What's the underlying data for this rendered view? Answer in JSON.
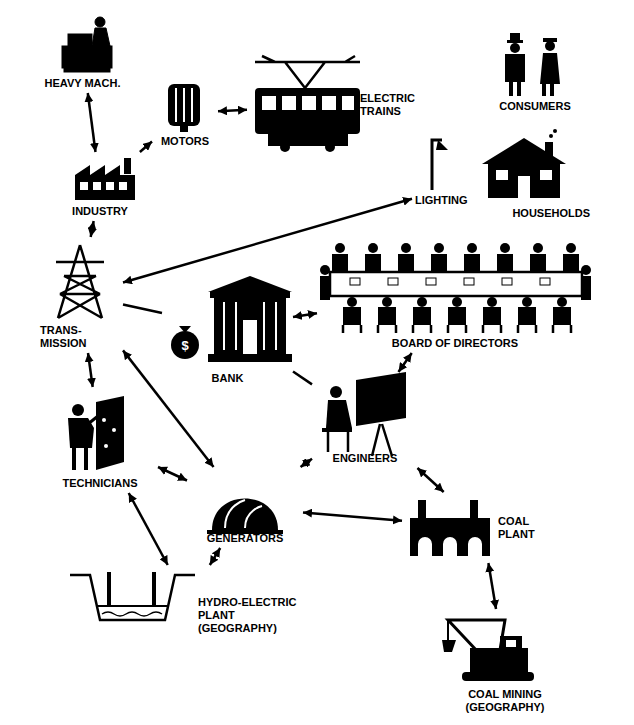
{
  "diagram": {
    "nodes": [
      {
        "text": [
          "HEAVY MACH."
        ]
      },
      {
        "text": [
          "MOTORS"
        ]
      },
      {
        "text": [
          "ELECTRIC TRAINS"
        ]
      },
      {
        "text": [
          "CONSUMERS"
        ]
      },
      {
        "text": [
          "INDUSTRY"
        ]
      },
      {
        "text": [
          "LIGHTING",
          "HOUSEHOLDS"
        ]
      },
      {
        "text": [
          "TRANS- MISSION"
        ]
      },
      {
        "text": [
          "BANK"
        ]
      },
      {
        "text": [
          "BOARD OF DIRECTORS"
        ]
      },
      {
        "text": [
          "TECHNICIANS"
        ]
      },
      {
        "text": [
          "ENGINEERS"
        ]
      },
      {
        "text": [
          "GENERATORS"
        ]
      },
      {
        "text": [
          "COAL PLANT"
        ]
      },
      {
        "text": [
          "HYDRO-ELECTRIC PLANT (GEOGRAPHY)"
        ]
      },
      {
        "text": [
          "COAL MINING (GEOGRAPHY)"
        ]
      }
    ],
    "edges": [
      {
        "from": 0,
        "to": 4,
        "arrow": "both"
      },
      {
        "from": 4,
        "to": 1,
        "arrow": "to"
      },
      {
        "from": 1,
        "to": 2,
        "arrow": "both"
      },
      {
        "from": 4,
        "to": 6,
        "arrow": "both"
      },
      {
        "from": 5,
        "to": 6,
        "arrow": "both"
      },
      {
        "from": 7,
        "to": 8,
        "arrow": "both"
      },
      {
        "from": 6,
        "to": 7,
        "arrow": "none"
      },
      {
        "from": 7,
        "to": 10,
        "arrow": "none"
      },
      {
        "from": 8,
        "to": 10,
        "arrow": "both"
      },
      {
        "from": 6,
        "to": 9,
        "arrow": "both"
      },
      {
        "from": 6,
        "to": 11,
        "arrow": "both"
      },
      {
        "from": 9,
        "to": 11,
        "arrow": "both"
      },
      {
        "from": 9,
        "to": 13,
        "arrow": "both"
      },
      {
        "from": 11,
        "to": 13,
        "arrow": "both"
      },
      {
        "from": 11,
        "to": 10,
        "arrow": "both"
      },
      {
        "from": 11,
        "to": 12,
        "arrow": "both"
      },
      {
        "from": 10,
        "to": 12,
        "arrow": "both"
      },
      {
        "from": 12,
        "to": 14,
        "arrow": "both"
      }
    ],
    "labels": [
      "$"
    ]
  }
}
